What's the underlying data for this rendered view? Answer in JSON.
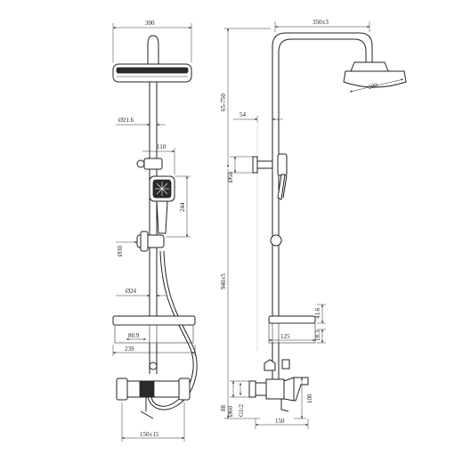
{
  "front_view": {
    "dims": {
      "head_width": "300",
      "pipe_diameter": "Ø21.6",
      "handshower_offset": "110",
      "handshower_length": "244",
      "holder_diameter": "Ø30",
      "bar_diameter": "Ø24",
      "shelf_depth": "80.9",
      "shelf_width": "239",
      "inlet_spacing": "150±15"
    }
  },
  "side_view": {
    "dims": {
      "arm_reach": "350±3",
      "head_diameter": "200",
      "height_adjust": "65-750",
      "wall_offset": "54",
      "bracket_diameter": "Ø50",
      "riser_height": "940±5",
      "shelf_thickness_a": "41.6",
      "shelf_depth": "125",
      "shelf_thickness_b": "18.3",
      "inlet_height": "88",
      "flange_diameter": "Ø60",
      "thread": "G1/2",
      "mixer_height": "100",
      "mixer_depth": "150"
    }
  }
}
